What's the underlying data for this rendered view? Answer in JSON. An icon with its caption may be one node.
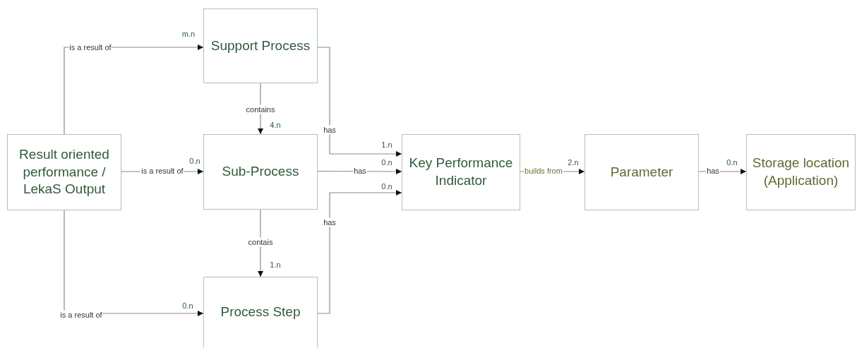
{
  "diagram": {
    "nodes": [
      {
        "text": [
          "Result oriented performance / LekaS Output"
        ]
      },
      {
        "text": [
          "Support Process"
        ]
      },
      {
        "text": [
          "Sub-Process"
        ]
      },
      {
        "text": [
          "Process Step"
        ]
      },
      {
        "text": [
          "Key Performance Indicator"
        ]
      },
      {
        "text": [
          "Parameter"
        ]
      },
      {
        "text": [
          "Storage location (Application)"
        ]
      }
    ],
    "edges": [
      {
        "from": 0,
        "to": 1,
        "arrow": "to",
        "label": "is a result of"
      },
      {
        "from": 0,
        "to": 2,
        "arrow": "to",
        "label": "is a result of"
      },
      {
        "from": 0,
        "to": 3,
        "arrow": "to",
        "label": "is a result of"
      },
      {
        "from": 1,
        "to": 2,
        "arrow": "to",
        "label": "contains"
      },
      {
        "from": 2,
        "to": 3,
        "arrow": "to",
        "label": "contais"
      },
      {
        "from": 1,
        "to": 4,
        "arrow": "to",
        "label": "has"
      },
      {
        "from": 2,
        "to": 4,
        "arrow": "to",
        "label": "has"
      },
      {
        "from": 3,
        "to": 4,
        "arrow": "to",
        "label": "has"
      },
      {
        "from": 4,
        "to": 5,
        "arrow": "to",
        "label": "builds from"
      },
      {
        "from": 5,
        "to": 6,
        "arrow": "to",
        "label": "has"
      }
    ],
    "labels": [
      "m.n",
      "4.n",
      "1.n",
      "0.n",
      "0.n",
      "2.n",
      "0.n",
      "0.n",
      "1.n",
      "0.n"
    ]
  }
}
